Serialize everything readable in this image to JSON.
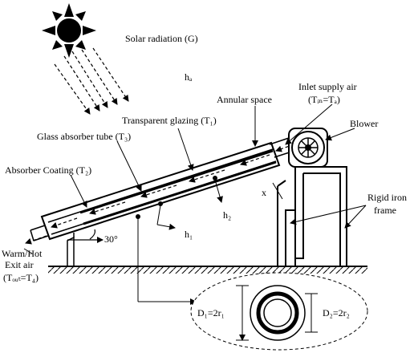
{
  "labels": {
    "solar_radiation": "Solar radiation (G)",
    "h_a": "hₐ",
    "inlet_supply_air": "Inlet supply air",
    "inlet_temp": "(Tᵢₙ=Tₐ)",
    "annular_space": "Annular space",
    "blower": "Blower",
    "transparent_glazing": "Transparent glazing (T₁)",
    "glass_absorber_tube": "Glass absorber tube (T₃)",
    "absorber_coating": "Absorber Coating (T₂)",
    "x": "x",
    "h2": "h₂",
    "h1": "h₁",
    "rigid_iron_frame_1": "Rigid iron",
    "rigid_iron_frame_2": "frame",
    "angle": "30°",
    "exit_air_1": "Warm/Hot",
    "exit_air_2": "Exit air",
    "exit_temp": "(Tₒᵤₜ=T₄)",
    "d1": "D₁=2r₁",
    "d2": "D₂=2r₂"
  },
  "icons": {
    "sun": "sun-icon",
    "blower": "blower-icon"
  }
}
